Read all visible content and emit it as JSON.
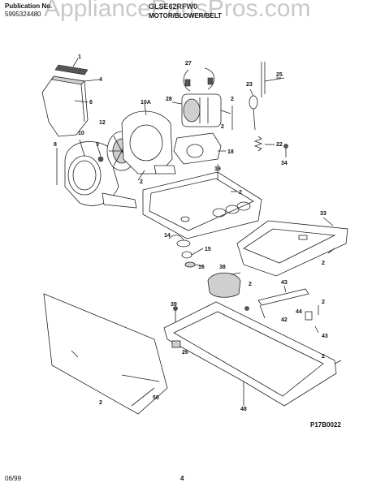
{
  "header": {
    "watermark": "AppliancePartsPros.com",
    "publication_label": "Publication No.",
    "publication_number": "5995324480",
    "model": "GLSE62RFW0",
    "section_title": "MOTOR/BLOWER/BELT"
  },
  "callouts": [
    "1",
    "4",
    "6",
    "10",
    "10A",
    "12",
    "9",
    "8",
    "2",
    "27",
    "28",
    "23",
    "25",
    "2",
    "2",
    "18",
    "22",
    "34",
    "19",
    "2",
    "14",
    "15",
    "16",
    "33",
    "2",
    "38",
    "2",
    "43",
    "39",
    "42",
    "44",
    "2",
    "43",
    "26",
    "50",
    "2",
    "48",
    "2",
    "2"
  ],
  "diagram_code": "P17B0022",
  "footer": {
    "date": "06/99",
    "page": "4"
  },
  "colors": {
    "watermark": "#c9c9c9",
    "line": "#222222"
  }
}
